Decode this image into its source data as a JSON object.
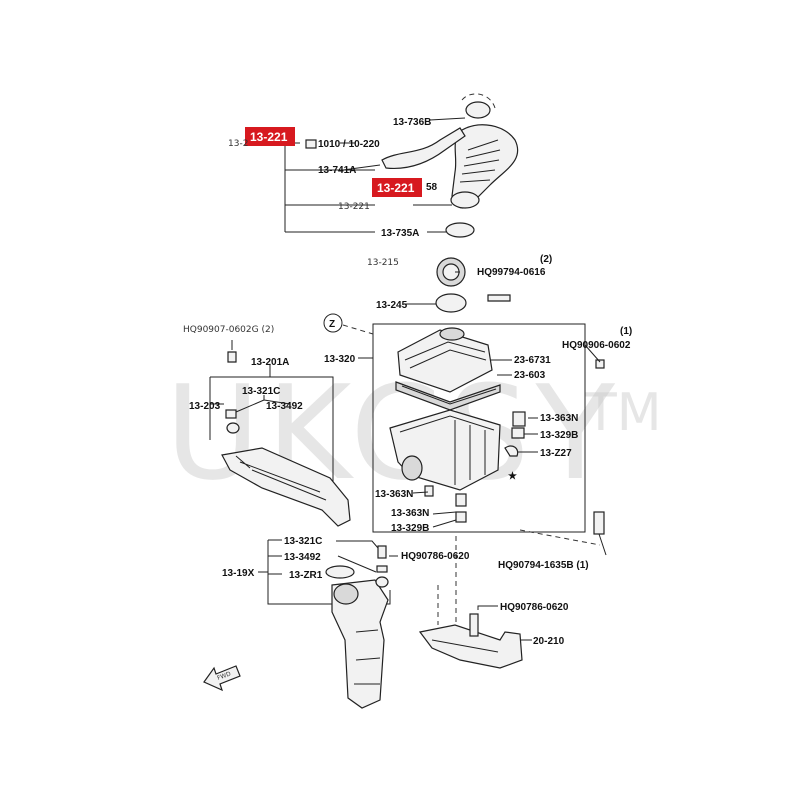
{
  "watermark": {
    "text": "UKCSY",
    "trademark": "TM"
  },
  "highlight_color": "#d7191f",
  "highlights": [
    {
      "label": "13-221"
    },
    {
      "label": "13-221"
    }
  ],
  "labels": {
    "l_13_2_partial": "13-2",
    "l_1010": "1010 / 10-220",
    "l_13_736B": "13-736B",
    "l_13_741A": "13-741A",
    "l_58": "58",
    "l_13_221_thin": "13-221",
    "l_13_735A": "13-735A",
    "l_13_215": "13-215",
    "l_qty_2a": "(2)",
    "l_HQ99794": "HQ99794-0616",
    "l_13_245": "13-245",
    "l_Z": "Z",
    "l_qty_1a": "(1)",
    "l_HQ90906": "HQ90906-0602",
    "l_13_320": "13-320",
    "l_23_6731": "23-6731",
    "l_23_603": "23-603",
    "l_HQ90907": "HQ90907-0602G (2)",
    "l_13_201A": "13-201A",
    "l_13_321C_a": "13-321C",
    "l_13_203": "13-203",
    "l_13_3492_a": "13-3492",
    "l_13_363N_a": "13-363N",
    "l_13_329B_a": "13-329B",
    "l_13_Z27": "13-Z27",
    "l_13_363N_b": "13-363N",
    "l_13_363N_c": "13-363N",
    "l_13_329B_b": "13-329B",
    "l_13_321C_b": "13-321C",
    "l_13_3492_b": "13-3492",
    "l_13_19X": "13-19X",
    "l_13_ZR1": "13-ZR1",
    "l_HQ90786_a": "HQ90786-0620",
    "l_HQ90794": "HQ90794-1635B (1)",
    "l_HQ90786_b": "HQ90786-0620",
    "l_20_210": "20-210",
    "l_star": "★",
    "l_fwd": "FWD"
  }
}
